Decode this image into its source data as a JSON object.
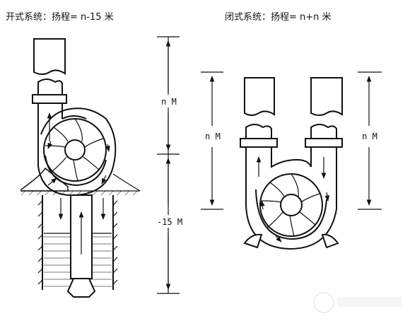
{
  "left_diagram": {
    "title": "开式系统：扬程= n-15 米",
    "dim_top": "n M",
    "dim_bottom": "-15 M"
  },
  "right_diagram": {
    "title": "闭式系统：扬程= n+n 米",
    "dim_left": "n M",
    "dim_right": "n M"
  },
  "colors": {
    "line": "#111111",
    "water": "#d9d9d9",
    "watermark": "#e6e6e6"
  },
  "icons": [
    "impeller-icon",
    "arrow-icon",
    "pipe-icon",
    "watermark-logo-icon"
  ]
}
